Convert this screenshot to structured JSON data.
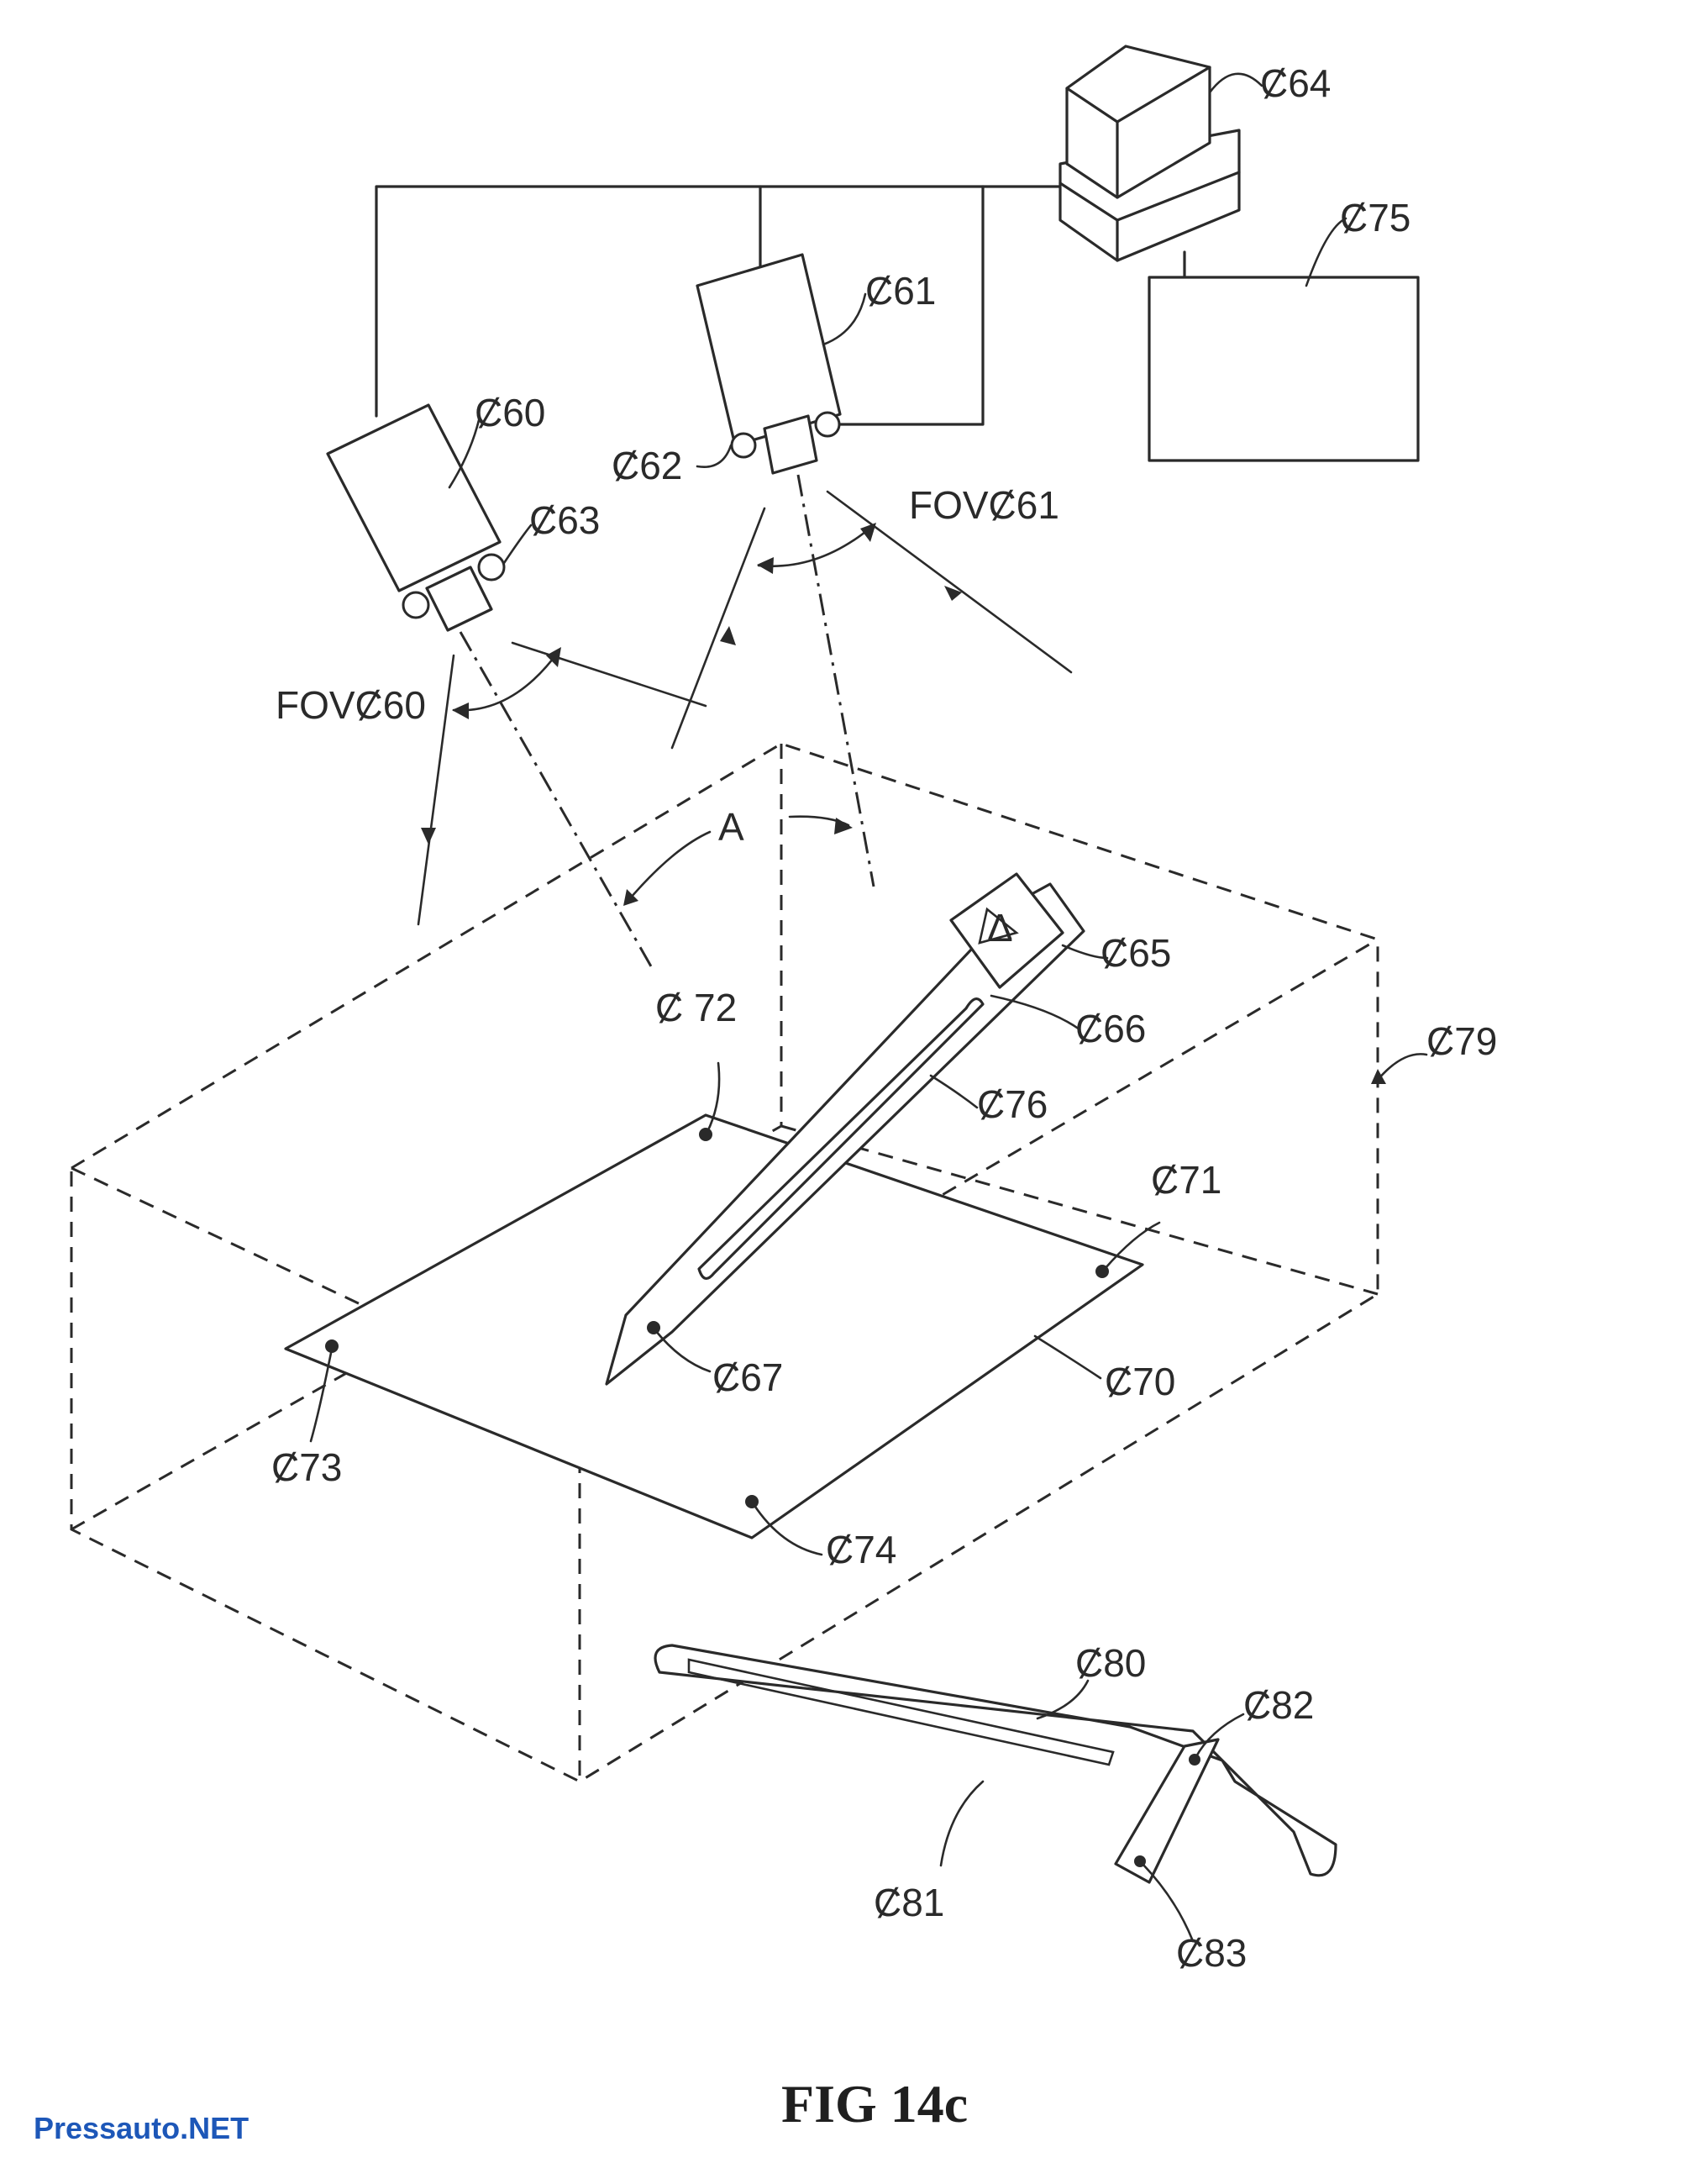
{
  "labels": {
    "c60": "Ȼ60",
    "c61": "Ȼ61",
    "c62": "Ȼ62",
    "c63": "Ȼ63",
    "c64": "Ȼ64",
    "c65": "Ȼ65",
    "c66": "Ȼ66",
    "c67": "Ȼ67",
    "c70": "Ȼ70",
    "c71": "Ȼ71",
    "c72": "Ȼ 72",
    "c73": "Ȼ73",
    "c74": "Ȼ74",
    "c75": "Ȼ75",
    "c76": "Ȼ76",
    "c79": "Ȼ79",
    "c80": "Ȼ80",
    "c81": "Ȼ81",
    "c82": "Ȼ82",
    "c83": "Ȼ83",
    "fov60": "FOVȻ60",
    "fov61": "FOVȻ61",
    "angle_a": "A",
    "triangle": "Δ"
  },
  "caption": "FIG 14c",
  "watermark": "Pressauto.NET",
  "colors": {
    "ink": "#2a2a2a",
    "watermark": "#1d57b8"
  }
}
